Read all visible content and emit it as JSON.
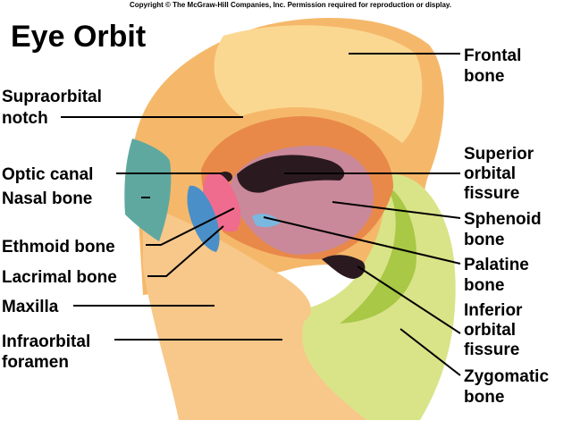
{
  "copyright": "Copyright © The McGraw-Hill Companies, Inc. Permission required for reproduction or display.",
  "title": "Eye Orbit",
  "labels": {
    "frontal_bone": [
      "Frontal",
      "bone"
    ],
    "supraorbital_notch": [
      "Supraorbital",
      "notch"
    ],
    "optic_canal": [
      "Optic canal"
    ],
    "nasal_bone": [
      "Nasal bone"
    ],
    "superior_orbital_fissure": [
      "Superior",
      "orbital",
      "fissure"
    ],
    "sphenoid_bone": [
      "Sphenoid",
      "bone"
    ],
    "ethmoid_bone": [
      "Ethmoid bone"
    ],
    "lacrimal_bone": [
      "Lacrimal bone"
    ],
    "palatine_bone": [
      "Palatine",
      "bone"
    ],
    "maxilla": [
      "Maxilla"
    ],
    "inferior_orbital_fissure": [
      "Inferior",
      "orbital",
      "fissure"
    ],
    "infraorbital_foramen": [
      "Infraorbital",
      "foramen"
    ],
    "zygomatic_bone": [
      "Zygomatic",
      "bone"
    ]
  },
  "colors": {
    "frontal": "#f5b86a",
    "frontal_light": "#fbd892",
    "orbit_roof": "#e8894a",
    "sphenoid": "#c9899a",
    "fissure": "#2a1a20",
    "nasal": "#5fa8a0",
    "ethmoid": "#f06c8e",
    "lacrimal": "#4a8fc8",
    "palatine": "#7ab8e0",
    "maxilla": "#f7c88a",
    "zygomatic": "#d9e488",
    "zygomatic_dark": "#a8c846"
  }
}
